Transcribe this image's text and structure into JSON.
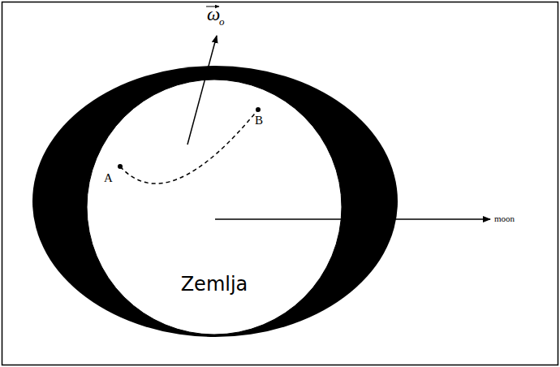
{
  "diagram": {
    "nodes": [
      {
        "text": [
          "Zemlja"
        ]
      }
    ],
    "labels": [
      "ω",
      "o",
      "A",
      "B",
      "moon"
    ]
  }
}
